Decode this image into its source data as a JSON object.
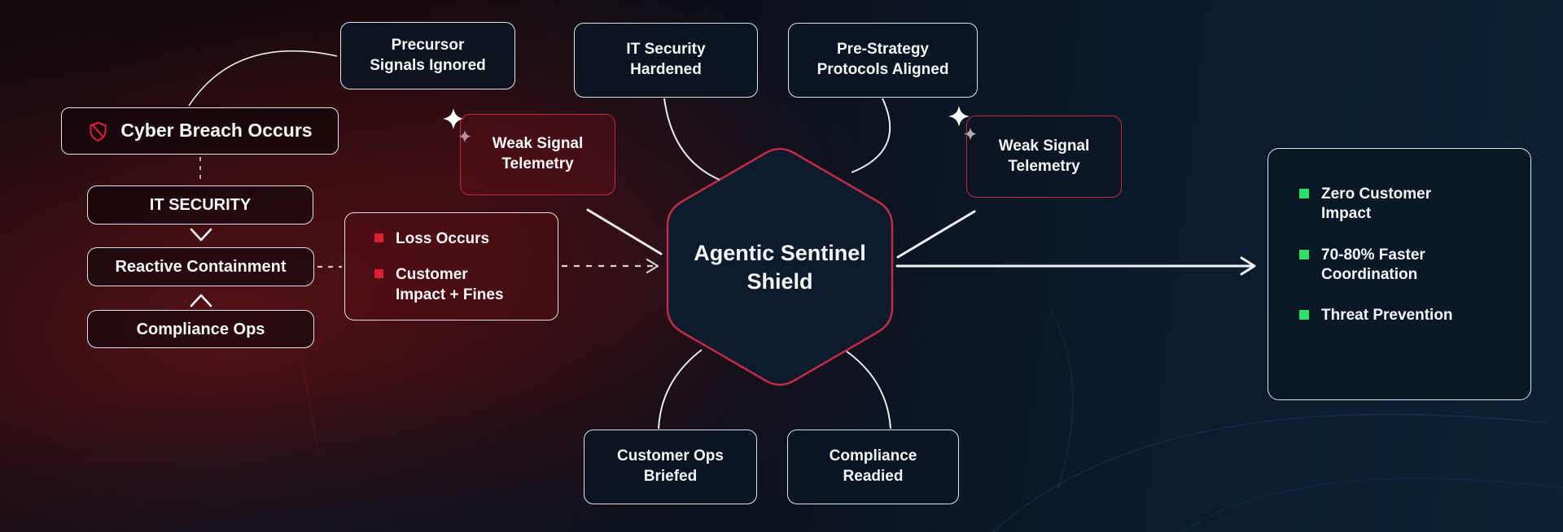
{
  "colors": {
    "accent_red": "#C22B45",
    "bullet_red": "#DE1F2E",
    "bullet_green": "#2EE06A",
    "connector_light": "#E9EDF2"
  },
  "nodes": {
    "cyber_breach": {
      "label": "Cyber Breach Occurs"
    },
    "it_security": {
      "label": "IT SECURITY"
    },
    "reactive_containment": {
      "label": "Reactive Containment"
    },
    "compliance_ops": {
      "label": "Compliance Ops"
    },
    "precursor": {
      "lines": [
        "Precursor",
        "Signals Ignored"
      ]
    },
    "weak_signal_left": {
      "lines": [
        "Weak Signal",
        "Telemetry"
      ]
    },
    "loss": {
      "items": [
        "Loss Occurs",
        "Customer Impact + Fines"
      ]
    },
    "hexagon": {
      "lines": [
        "Agentic Sentinel",
        "Shield"
      ]
    },
    "it_hardened": {
      "lines": [
        "IT Security",
        "Hardened"
      ]
    },
    "pre_strategy": {
      "lines": [
        "Pre-Strategy",
        "Protocols Aligned"
      ]
    },
    "weak_signal_right": {
      "lines": [
        "Weak Signal",
        "Telemetry"
      ]
    },
    "customer_ops": {
      "lines": [
        "Customer Ops",
        "Briefed"
      ]
    },
    "compliance_readied": {
      "lines": [
        "Compliance",
        "Readied"
      ]
    },
    "outcomes": {
      "items": [
        "Zero Customer Impact",
        "70-80% Faster Coordination",
        "Threat Prevention"
      ]
    }
  }
}
